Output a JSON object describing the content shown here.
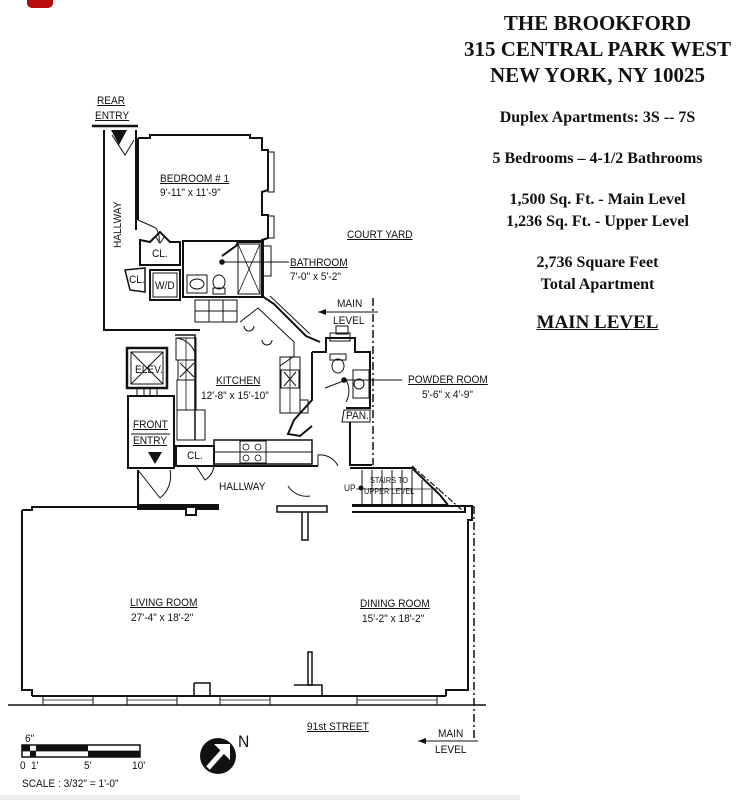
{
  "building": {
    "name": "THE BROOKFORD",
    "address_line1": "315 CENTRAL PARK WEST",
    "address_line2": "NEW YORK, NY 10025",
    "apartments": "Duplex Apartments: 3S -- 7S",
    "rooms_summary": "5 Bedrooms – 4-1/2 Bathrooms",
    "sqft_main": "1,500 Sq. Ft. - Main Level",
    "sqft_upper": "1,236 Sq. Ft. - Upper Level",
    "sqft_total": "2,736 Square Feet",
    "sqft_total_label": "Total Apartment",
    "level_title": "MAIN LEVEL"
  },
  "plan": {
    "rear_entry": [
      "REAR",
      "ENTRY"
    ],
    "hallway_vertical": "HALLWAY",
    "bedroom1": {
      "name": "BEDROOM # 1",
      "dims": "9'-11\" x 11'-9\""
    },
    "closet_labels": [
      "CL.",
      "CL.",
      "CL."
    ],
    "washer_dryer": "W/D",
    "bathroom": {
      "name": "BATHROOM",
      "dims": "7'-0\" x 5'-2\""
    },
    "court_yard": "COURT YARD",
    "main_level_marker": [
      "MAIN",
      "LEVEL"
    ],
    "elevator": "ELEV.",
    "kitchen": {
      "name": "KITCHEN",
      "dims": "12'-8\" x 15'-10\""
    },
    "front_entry": [
      "FRONT",
      "ENTRY"
    ],
    "powder_room": {
      "name": "POWDER ROOM",
      "dims": "5'-6\" x 4'-9\""
    },
    "pantry": "PAN.",
    "hallway": "HALLWAY",
    "stairs_up": "UP",
    "stairs": [
      "STAIRS TO",
      "UPPER LEVEL"
    ],
    "living_room": {
      "name": "LIVING ROOM",
      "dims": "27'-4\" x 18'-2\""
    },
    "dining_room": {
      "name": "DINING ROOM",
      "dims": "15'-2\" x 18'-2\""
    },
    "street": "91st STREET",
    "main_level_marker_bottom": [
      "MAIN",
      "LEVEL"
    ]
  },
  "scale": {
    "half_foot_label": "6\"",
    "ticks": [
      "0",
      "1'",
      "5'",
      "10'"
    ],
    "text": "SCALE : 3/32\" = 1'-0\""
  },
  "north": {
    "label": "N",
    "icon": "north-arrow-icon"
  },
  "colors": {
    "badge": "#b80c0c",
    "ink": "#111111",
    "paper": "#ffffff"
  }
}
